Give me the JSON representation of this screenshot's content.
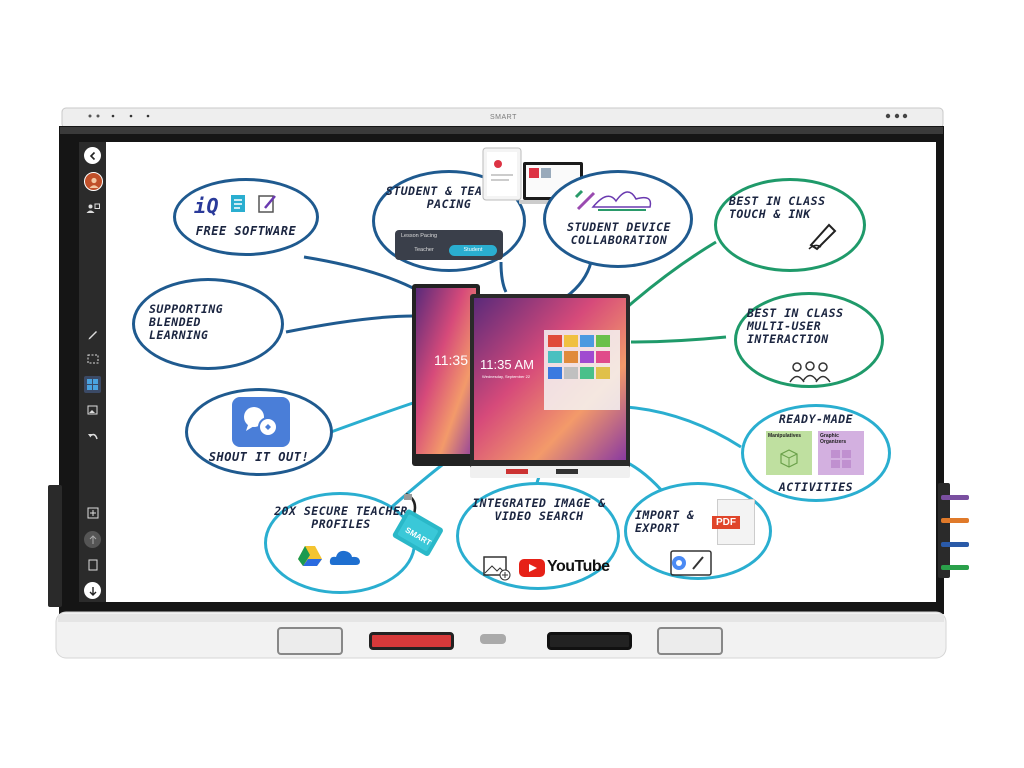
{
  "brand": {
    "bezel_logo": "SMART",
    "accent": "#2aaed0"
  },
  "sidebar": {
    "items": [
      {
        "name": "back",
        "icon": "arrow-left-icon"
      },
      {
        "name": "avatar",
        "icon": "avatar"
      },
      {
        "name": "participants",
        "icon": "users-icon"
      },
      {
        "name": "pen",
        "icon": "pen-icon"
      },
      {
        "name": "select",
        "icon": "selection-icon"
      },
      {
        "name": "apps",
        "icon": "grid-icon"
      },
      {
        "name": "image",
        "icon": "image-add-icon"
      },
      {
        "name": "undo",
        "icon": "undo-icon"
      },
      {
        "name": "add-page",
        "icon": "add-page-icon"
      },
      {
        "name": "up",
        "icon": "arrow-up-icon"
      },
      {
        "name": "page",
        "icon": "page-icon"
      },
      {
        "name": "down",
        "icon": "arrow-down-icon"
      }
    ]
  },
  "bubbles": {
    "free_software": {
      "brand": "iQ",
      "label": "FREE SOFTWARE"
    },
    "pacing": {
      "title": "STUDENT & TEACHER PACING",
      "widget_title": "Lesson Pacing",
      "opt_teacher": "Teacher",
      "opt_student": "Student"
    },
    "collab": {
      "label": "STUDENT DEVICE COLLABORATION"
    },
    "touch": {
      "label": "BEST IN CLASS TOUCH & INK"
    },
    "blended": {
      "label": "SUPPORTING BLENDED LEARNING"
    },
    "multiuser": {
      "label": "BEST IN CLASS MULTI-USER INTERACTION"
    },
    "shout": {
      "label": "SHOUT IT OUT!"
    },
    "activities": {
      "title": "READY-MADE",
      "card1": "Manipulatives",
      "card2": "Graphic Organizers",
      "footer": "ACTIVITIES"
    },
    "profiles": {
      "label": "20X SECURE TEACHER PROFILES",
      "card_logo": "SMART"
    },
    "search": {
      "label": "INTEGRATED IMAGE & VIDEO SEARCH",
      "youtube": "YouTube"
    },
    "export": {
      "label": "IMPORT & EXPORT",
      "pdf": "PDF"
    }
  },
  "device_screen": {
    "time_back": "11:35",
    "time_front": "11:35 AM",
    "date_front": "Wednesday, September 22"
  }
}
